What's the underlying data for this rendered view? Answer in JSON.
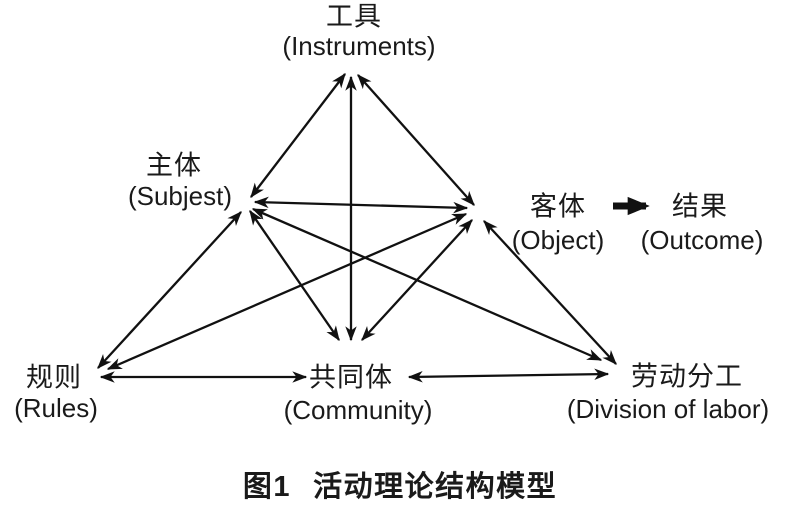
{
  "figure": {
    "background": "#ffffff",
    "ink_color": "#111111",
    "text_color": "#1a1a1a"
  },
  "nodes": {
    "tools": {
      "zh": "工具",
      "en": "(Instruments)"
    },
    "subject": {
      "zh": "主体",
      "en": "(Subjest)"
    },
    "object": {
      "zh": "客体",
      "en": "(Object)"
    },
    "outcome": {
      "zh": "结果",
      "en": "(Outcome)"
    },
    "rules": {
      "zh": "规则",
      "en": "(Rules)"
    },
    "community": {
      "zh": "共同体",
      "en": "(Community)"
    },
    "division": {
      "zh": "劳动分工",
      "en": "(Division of labor)"
    }
  },
  "edges": [
    {
      "from": "subject",
      "to": "tools",
      "style": "double-arrow"
    },
    {
      "from": "tools",
      "to": "object",
      "style": "double-arrow"
    },
    {
      "from": "subject",
      "to": "object",
      "style": "double-arrow"
    },
    {
      "from": "tools",
      "to": "community",
      "style": "double-arrow"
    },
    {
      "from": "subject",
      "to": "community",
      "style": "double-arrow"
    },
    {
      "from": "object",
      "to": "community",
      "style": "double-arrow"
    },
    {
      "from": "subject",
      "to": "rules",
      "style": "double-arrow"
    },
    {
      "from": "rules",
      "to": "community",
      "style": "double-arrow"
    },
    {
      "from": "rules",
      "to": "object",
      "style": "double-arrow"
    },
    {
      "from": "subject",
      "to": "division",
      "style": "double-arrow"
    },
    {
      "from": "object",
      "to": "division",
      "style": "double-arrow"
    },
    {
      "from": "community",
      "to": "division",
      "style": "double-arrow"
    },
    {
      "from": "object",
      "to": "outcome",
      "style": "bold-single-arrow"
    }
  ],
  "caption": {
    "number": "图1",
    "title": "活动理论结构模型"
  }
}
